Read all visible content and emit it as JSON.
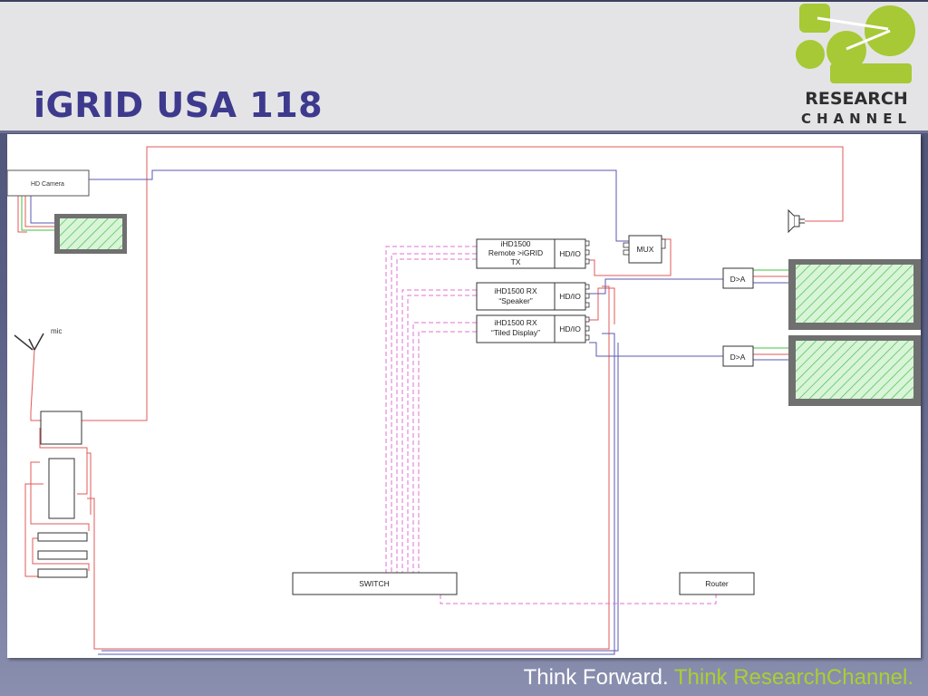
{
  "slide": {
    "title": "iGRID USA 118"
  },
  "logo": {
    "line1": "RESEARCH",
    "line2": "CHANNEL",
    "colors": {
      "green": "#a6c935",
      "dark": "#2e2e2e"
    }
  },
  "diagram": {
    "labels": {
      "hd_camera": "HD Camera",
      "mic": "mic",
      "tx_line1": "iHD1500",
      "tx_line2": "Remote >iGRID",
      "tx_line3": "TX",
      "speaker_line1": "iHD1500 RX",
      "speaker_line2": "“Speaker”",
      "tiled_line1": "iHD1500 RX",
      "tiled_line2": "“Tiled Display”",
      "hdio": "HD/IO",
      "mux": "MUX",
      "da": "D>A",
      "switch": "SWITCH",
      "router": "Router"
    },
    "colors": {
      "red": "#e05858",
      "blue": "#5a5ab0",
      "green": "#40c040",
      "magenta": "#e070d0",
      "monitor_fill": "#c8f0c8",
      "monitor_frame": "#707070"
    }
  },
  "footer": {
    "part1": "Think Forward.",
    "part2": "Think ResearchChannel."
  }
}
